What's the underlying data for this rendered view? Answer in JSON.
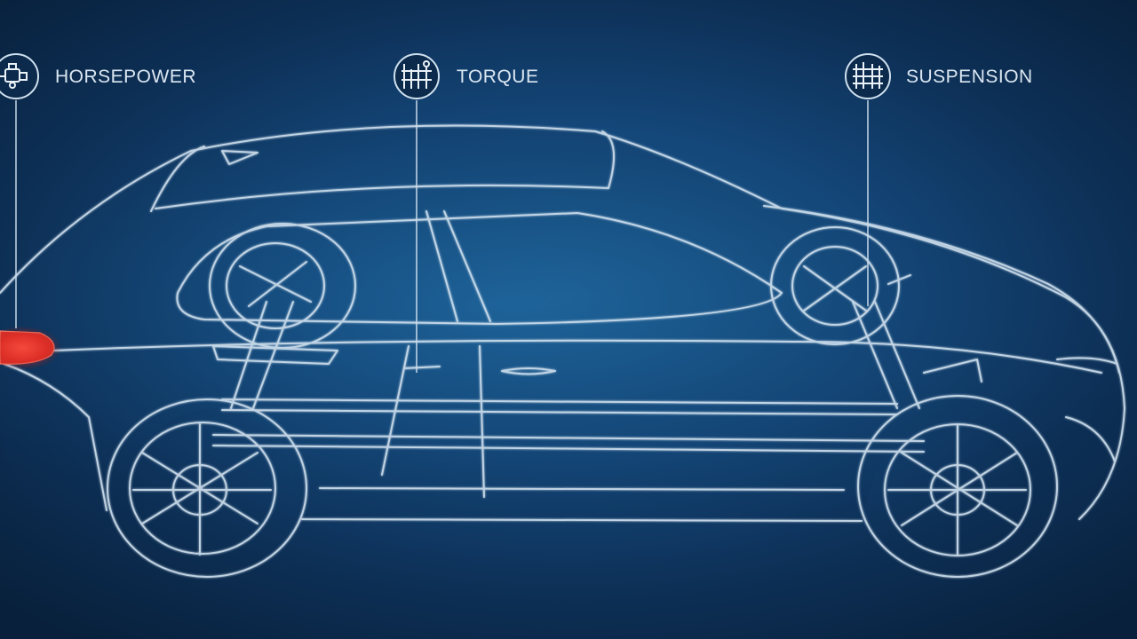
{
  "callouts": [
    {
      "label": "HORSEPOWER",
      "icon": "engine-icon"
    },
    {
      "label": "TORQUE",
      "icon": "gearbox-icon"
    },
    {
      "label": "SUSPENSION",
      "icon": "shock-absorber-icon"
    }
  ],
  "colors": {
    "background_center": "#1d5e92",
    "background_edge": "#08203b",
    "wireframe_line": "#cfe0ee",
    "tail_light": "#e8342c",
    "label_text": "#dbe7f2"
  }
}
